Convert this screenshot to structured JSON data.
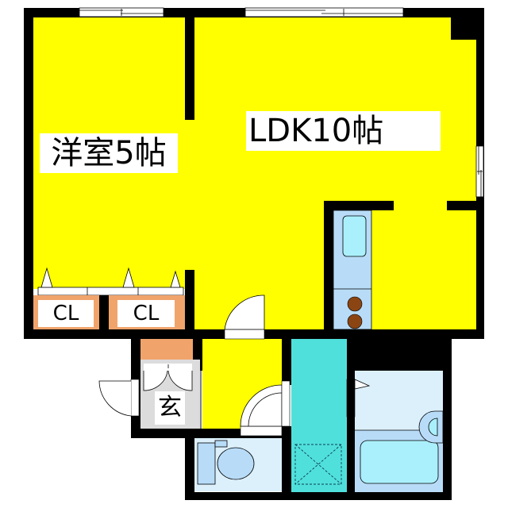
{
  "floor_plan": {
    "rooms": {
      "western_room": {
        "label": "洋室5帖",
        "color": "#ffff00"
      },
      "ldk": {
        "label": "LDK10帖",
        "color": "#ffff00"
      },
      "closet_1": {
        "label": "CL",
        "color": "#f0a46c"
      },
      "closet_2": {
        "label": "CL",
        "color": "#f0a46c"
      },
      "entrance": {
        "label": "玄",
        "color": "#dcdcdc"
      },
      "hallway": {
        "color": "#ffff00"
      },
      "toilet": {
        "color": "#dcf0fc"
      },
      "washroom": {
        "color": "#50e0dc"
      },
      "bathroom": {
        "color": "#dcf0fc"
      },
      "kitchen_counter": {
        "color": "#b8dcf8"
      }
    },
    "colors": {
      "wall": "#000000",
      "room_yellow": "#ffff00",
      "storage_orange": "#f0a46c",
      "fixture_blue": "#b8dcf8",
      "sink_blue": "#aaf0fc",
      "stove_brown": "#8b4513",
      "washroom_cyan": "#50e0dc"
    }
  }
}
